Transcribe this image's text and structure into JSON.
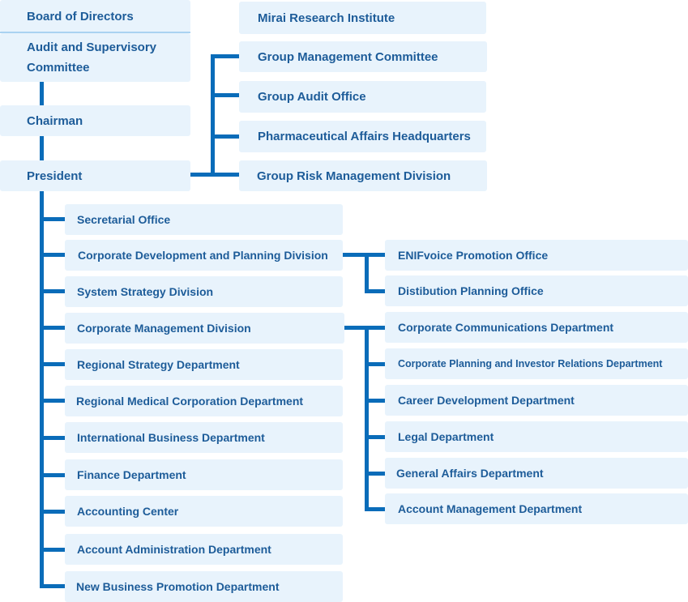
{
  "colors": {
    "box_bg": "#e8f3fc",
    "text": "#1d5c99",
    "line": "#0a6cb9"
  },
  "top": {
    "board": "Board of Directors",
    "audit": "Audit and Supervisory Committee",
    "chairman": "Chairman",
    "president": "President"
  },
  "right_group": [
    "Mirai Research Institute",
    "Group Management Committee",
    "Group Audit Office",
    "Pharmaceutical Affairs Headquarters",
    "Group Risk Management Division"
  ],
  "divisions": [
    "Secretarial Office",
    "Corporate Development and Planning Division",
    "System Strategy Division",
    "Corporate Management Division",
    "Regional Strategy Department",
    "Regional Medical Corporation Department",
    "International Business Department",
    "Finance Department",
    "Accounting Center",
    "Account Administration Department",
    "New Business Promotion Department"
  ],
  "cdp_sub": [
    "ENIFvoice Promotion Office",
    "Distibution Planning Office"
  ],
  "cm_sub": [
    "Corporate Communications Department",
    "Corporate Planning and Investor Relations Department",
    "Career Development Department",
    "Legal Department",
    "General Affairs Department",
    "Account Management Department"
  ]
}
